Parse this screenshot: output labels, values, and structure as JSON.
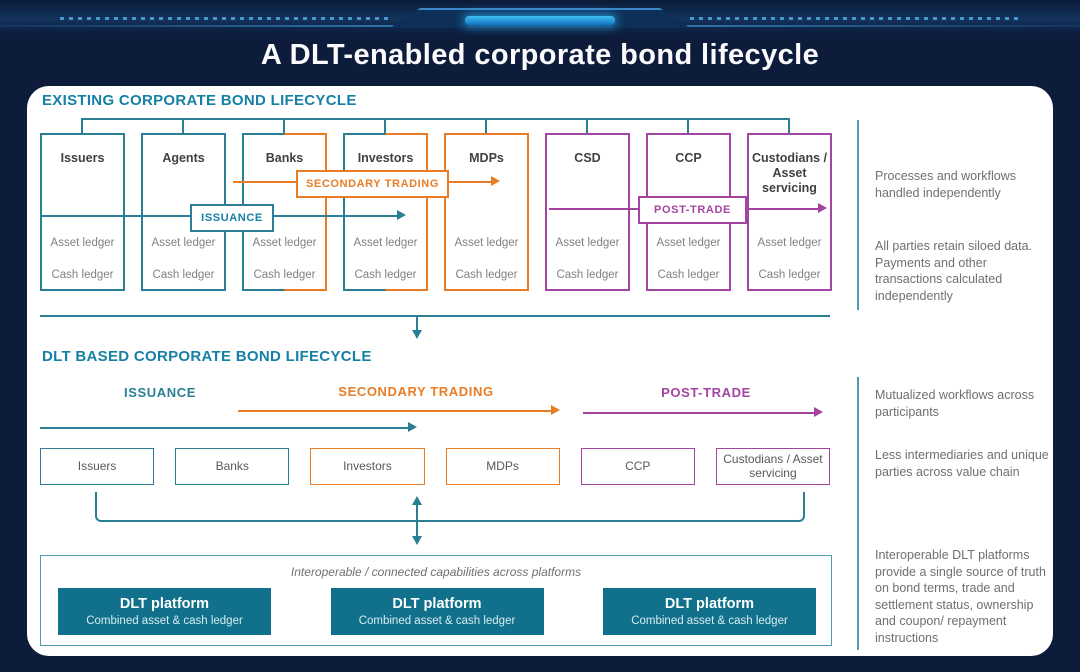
{
  "title": "A DLT-enabled corporate bond lifecycle",
  "colors": {
    "navy": "#0d1c3a",
    "teal": "#2b7f94",
    "teal_header": "#1581a5",
    "orange": "#e87d26",
    "purple": "#a344a1",
    "gray": "#6f7072",
    "dark": "#414042",
    "platform": "#11718c"
  },
  "existing": {
    "heading": "EXISTING CORPORATE BOND LIFECYCLE",
    "participants": [
      {
        "label": "Issuers",
        "color": "teal"
      },
      {
        "label": "Agents",
        "color": "teal"
      },
      {
        "label": "Banks",
        "color": "teal-orange"
      },
      {
        "label": "Investors",
        "color": "teal-orange"
      },
      {
        "label": "MDPs",
        "color": "orange"
      },
      {
        "label": "CSD",
        "color": "purple"
      },
      {
        "label": "CCP",
        "color": "purple"
      },
      {
        "label": "Custodians / Asset servicing",
        "color": "purple"
      }
    ],
    "ledgers": [
      "Asset ledger",
      "Cash ledger"
    ],
    "flows": [
      {
        "label": "ISSUANCE",
        "color": "teal"
      },
      {
        "label": "SECONDARY TRADING",
        "color": "orange"
      },
      {
        "label": "POST-TRADE",
        "color": "purple"
      }
    ],
    "notes": [
      "Processes and workflows handled independently",
      "All parties retain siloed data. Payments and other transactions calculated independently"
    ]
  },
  "dlt": {
    "heading": "DLT BASED CORPORATE BOND LIFECYCLE",
    "flows": [
      {
        "label": "ISSUANCE",
        "color": "teal"
      },
      {
        "label": "SECONDARY TRADING",
        "color": "orange"
      },
      {
        "label": "POST-TRADE",
        "color": "purple"
      }
    ],
    "participants": [
      {
        "label": "Issuers",
        "color": "teal"
      },
      {
        "label": "Banks",
        "color": "teal"
      },
      {
        "label": "Investors",
        "color": "orange"
      },
      {
        "label": "MDPs",
        "color": "orange"
      },
      {
        "label": "CCP",
        "color": "purple"
      },
      {
        "label": "Custodians / Asset servicing",
        "color": "purple"
      }
    ],
    "interoperable_caption": "Interoperable / connected capabilities across platforms",
    "platforms": [
      {
        "title": "DLT platform",
        "subtitle": "Combined asset & cash ledger"
      },
      {
        "title": "DLT platform",
        "subtitle": "Combined asset & cash ledger"
      },
      {
        "title": "DLT platform",
        "subtitle": "Combined asset & cash ledger"
      }
    ],
    "notes": [
      "Mutualized workflows across participants",
      "Less intermediaries and unique parties across value chain",
      "Interoperable DLT platforms provide a single source of truth on bond terms, trade and settlement status, ownership and coupon/ repayment instructions"
    ]
  }
}
